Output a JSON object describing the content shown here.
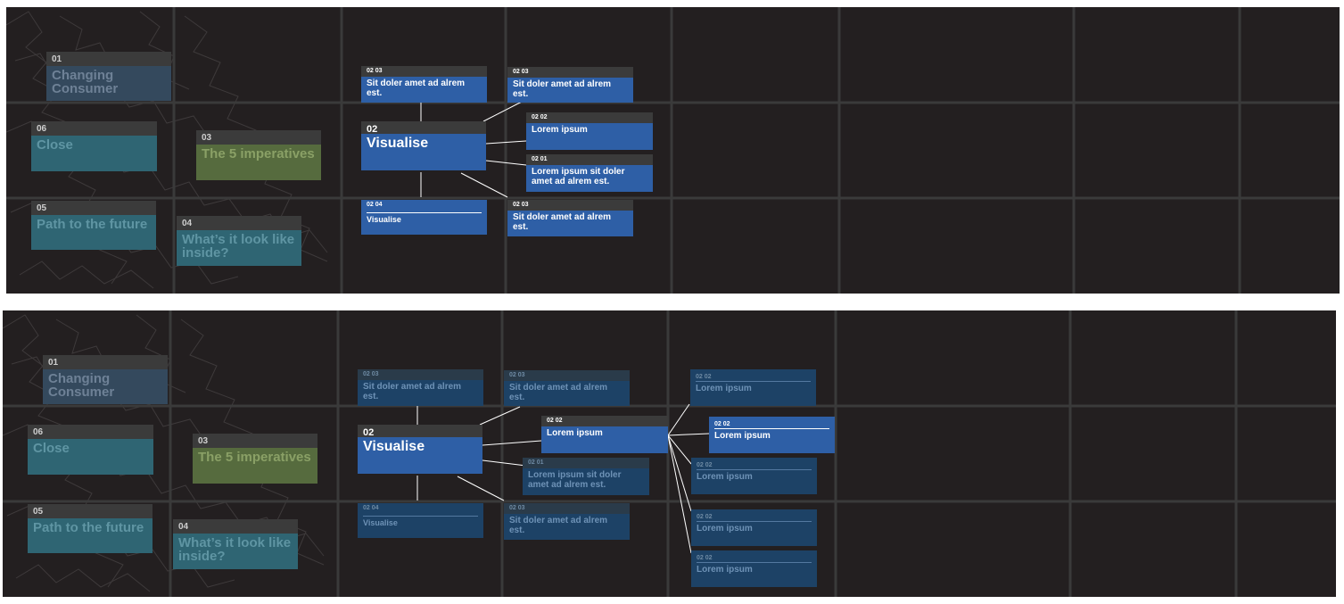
{
  "colors": {
    "panel_bg": "#231f20",
    "grid_line": "#3a3a3a",
    "pattern_line": "#3e3a3b",
    "header_bar": "#3b3b3b",
    "sub_card_blue": "#2e5fa6",
    "sub_card_dim": "#1d4266",
    "nav_changing": "#34495d",
    "nav_teal": "#2f6573",
    "nav_green": "#566b3e",
    "connector": "#ffffff"
  },
  "panels": [
    {
      "nav": [
        {
          "num": "01",
          "title": "Changing Consumer"
        },
        {
          "num": "06",
          "title": "Close"
        },
        {
          "num": "03",
          "title": "The 5 imperatives"
        },
        {
          "num": "05",
          "title": "Path to the future"
        },
        {
          "num": "04",
          "title": "What’s it look like inside?"
        }
      ],
      "main": {
        "num": "02",
        "title": "Visualise"
      },
      "subs": [
        {
          "num": "02 03",
          "title": "Sit doler amet ad alrem est."
        },
        {
          "num": "02 03",
          "title": "Sit doler amet ad alrem est."
        },
        {
          "num": "02 02",
          "title": "Lorem ipsum"
        },
        {
          "num": "02 01",
          "title": "Lorem ipsum sit doler amet ad alrem est."
        },
        {
          "num": "02 04",
          "title": "Visualise"
        },
        {
          "num": "02 03",
          "title": "Sit doler amet ad alrem est."
        }
      ]
    },
    {
      "nav": [
        {
          "num": "01",
          "title": "Changing Consumer"
        },
        {
          "num": "06",
          "title": "Close"
        },
        {
          "num": "03",
          "title": "The 5 imperatives"
        },
        {
          "num": "05",
          "title": "Path to the future"
        },
        {
          "num": "04",
          "title": "What’s it look like inside?"
        }
      ],
      "main": {
        "num": "02",
        "title": "Visualise"
      },
      "subs": [
        {
          "num": "02 03",
          "title": "Sit doler amet ad alrem est."
        },
        {
          "num": "02 03",
          "title": "Sit doler amet ad alrem est."
        },
        {
          "num": "02 02",
          "title": "Lorem ipsum"
        },
        {
          "num": "02 01",
          "title": "Lorem ipsum sit doler amet ad alrem est."
        },
        {
          "num": "02 04",
          "title": "Visualise"
        },
        {
          "num": "02 03",
          "title": "Sit doler amet ad alrem est."
        }
      ],
      "level3": [
        {
          "num": "02 02",
          "title": "Lorem ipsum"
        },
        {
          "num": "02 02",
          "title": "Lorem ipsum"
        },
        {
          "num": "02 02",
          "title": "Lorem ipsum"
        },
        {
          "num": "02 02",
          "title": "Lorem ipsum"
        },
        {
          "num": "02 02",
          "title": "Lorem ipsum"
        }
      ]
    }
  ]
}
